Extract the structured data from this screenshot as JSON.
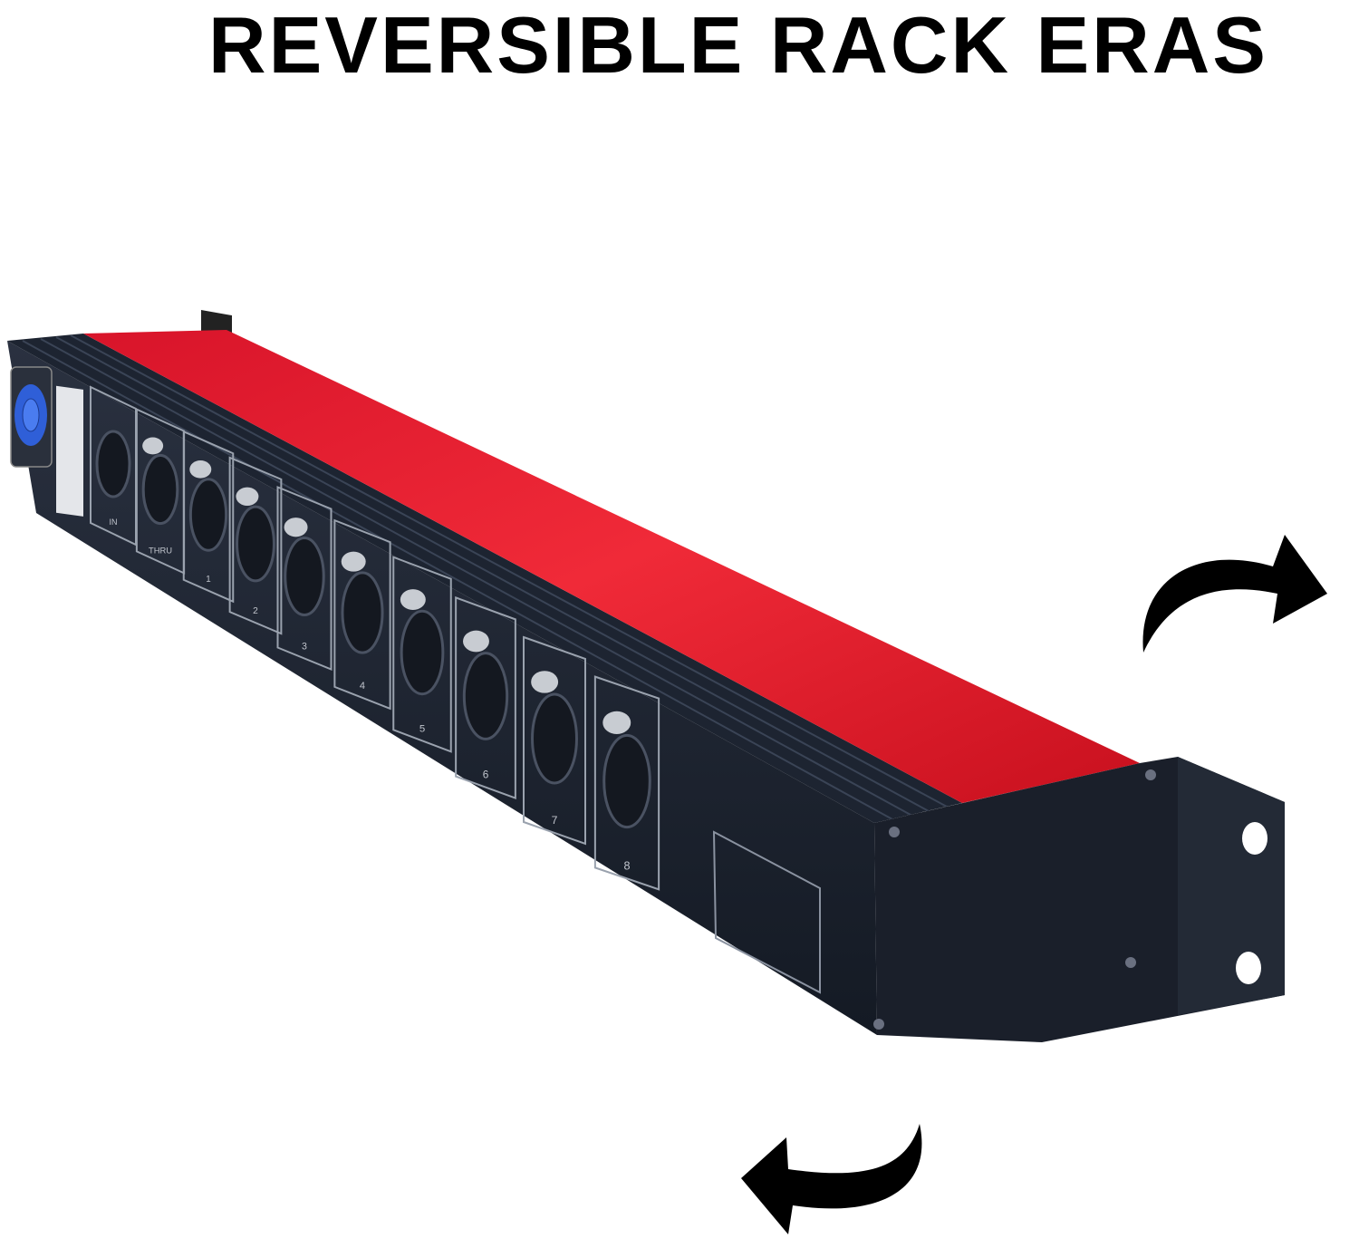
{
  "title": "REVERSIBLE RACK ERAS",
  "product": {
    "top_color": "#e8202e",
    "body_color": "#1c2330",
    "power_connector_color": "#2f5fd8",
    "ports": [
      {
        "label": "IN",
        "type": "male"
      },
      {
        "label": "THRU",
        "type": "female"
      },
      {
        "label": "1",
        "type": "female"
      },
      {
        "label": "2",
        "type": "female"
      },
      {
        "label": "3",
        "type": "female"
      },
      {
        "label": "4",
        "type": "female"
      },
      {
        "label": "5",
        "type": "female"
      },
      {
        "label": "6",
        "type": "female"
      },
      {
        "label": "7",
        "type": "female"
      },
      {
        "label": "8",
        "type": "female"
      }
    ]
  },
  "icons": [
    "curved-arrow-clockwise-icon",
    "curved-arrow-counterclockwise-icon"
  ]
}
